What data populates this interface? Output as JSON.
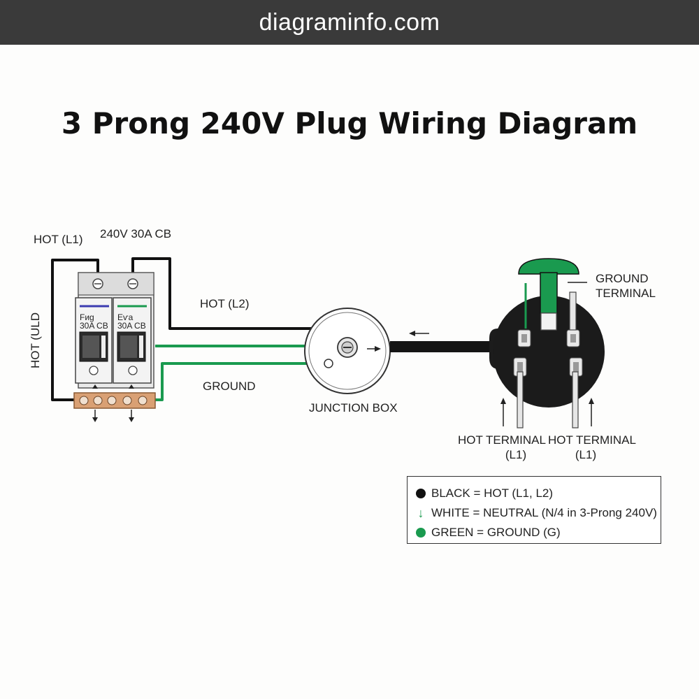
{
  "header": {
    "site": "diagraminfo.com"
  },
  "title": "3 Prong 240V Plug Wiring Diagram",
  "colors": {
    "hot": "#111111",
    "ground": "#1a9a4f",
    "neutral": "#1a9a4f",
    "bus": "#d9a074",
    "breaker_body": "#ececec"
  },
  "labels": {
    "hot_l1_top": "HOT (L1)",
    "breaker_rating": "240V 30A CB",
    "hot_l1_side": "HOT (ULD",
    "hot_l2": "HOT (L2)",
    "ground": "GROUND",
    "junction_box": "JUNCTION BOX",
    "ground_terminal_1": "GROUND",
    "ground_terminal_2": "TERMINAL",
    "hot_terminal_left_1": "HOT TERMINAL",
    "hot_terminal_left_2": "(L1)",
    "hot_terminal_right_1": "HOT TERMINAL",
    "hot_terminal_right_2": "(L1)"
  },
  "breakers": [
    {
      "label_1": "Fиg",
      "label_2": "30A CB",
      "stripe": "#3b3bb0"
    },
    {
      "label_1": "Eѵа",
      "label_2": "30A CB",
      "stripe": "#1a9a4f"
    }
  ],
  "legend": [
    {
      "text": "BLACK = HOT (L1, L2)",
      "swatch": "dot",
      "color": "#111111"
    },
    {
      "text": "WHITE = NEUTRAL (N/4 in 3-Prong 240V)",
      "swatch": "arrow",
      "color": "#1a9a4f",
      "glyph": "↓"
    },
    {
      "text": "GREEN = GROUND (G)",
      "swatch": "dot",
      "color": "#1a9a4f"
    }
  ]
}
